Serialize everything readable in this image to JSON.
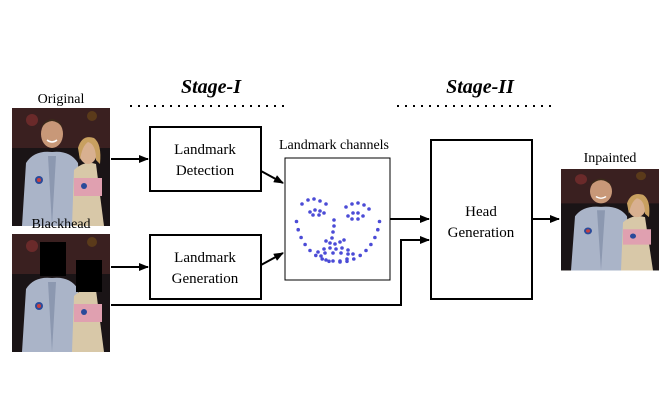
{
  "stages": {
    "stage1": "Stage-I",
    "stage2": "Stage-II"
  },
  "inputs": {
    "original": "Original",
    "blackhead": "Blackhead"
  },
  "boxes": {
    "detection_line1": "Landmark",
    "detection_line2": "Detection",
    "generation_line1": "Landmark",
    "generation_line2": "Generation",
    "head_line1": "Head",
    "head_line2": "Generation"
  },
  "landmark_channels": "Landmark channels",
  "output": {
    "inpainted": "Inpainted"
  },
  "colors": {
    "landmark_dots": "#4b4bd6",
    "box_stroke": "#000000"
  }
}
